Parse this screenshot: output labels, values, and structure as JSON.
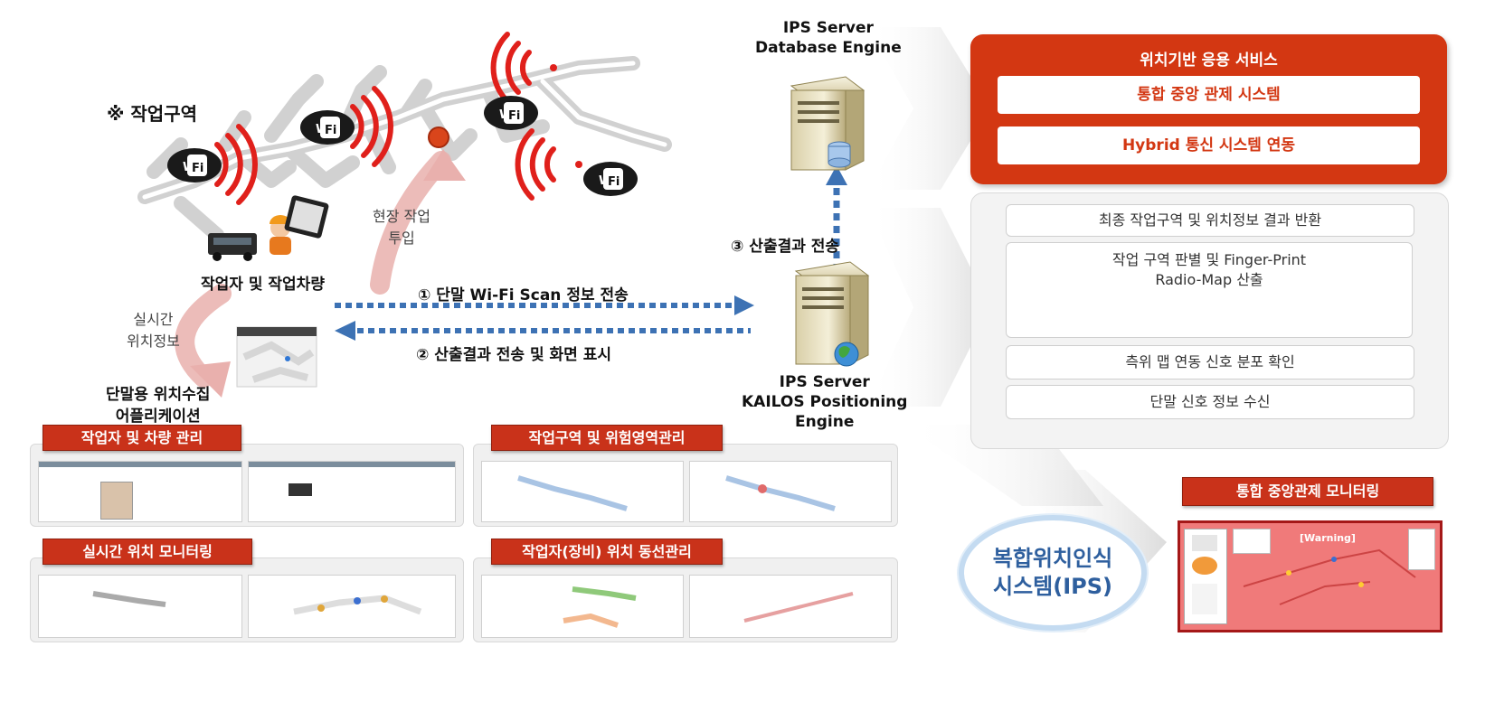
{
  "work_area": {
    "title": "※ 작업구역"
  },
  "labels": {
    "onsite": "현장 작업\n투입",
    "worker": "작업자 및 작업차량",
    "realtime": "실시간\n위치정보",
    "app": "단말용 위치수집\n어플리케이션",
    "db_engine": "IPS Server\nDatabase Engine",
    "pos_engine": "IPS Server\nKAILOS Positioning\nEngine"
  },
  "arrows": {
    "step1": "① 단말 Wi-Fi Scan 정보 전송",
    "step2": "② 산출결과 전송 및 화면 표시",
    "step3": "③ 산출결과 전송"
  },
  "service_panel": {
    "title": "위치기반 응용 서비스",
    "items": [
      "통합 중앙 관제 시스템",
      "Hybrid 통신 시스템 연동"
    ]
  },
  "process_panel": {
    "steps": [
      "최종 작업구역 및 위치정보 결과 반환",
      "작업 구역 판별 및 Finger-Print\nRadio-Map 산출",
      "측위 맵 연동 신호 분포 확인",
      "단말 신호 정보 수신"
    ]
  },
  "screens": {
    "tags": [
      "작업자 및 차량 관리",
      "작업구역 및 위험영역관리",
      "실시간 위치 모니터링",
      "작업자(장비) 위치 동선관리"
    ]
  },
  "ips": {
    "label": "복합위치인식\n시스템(IPS)"
  },
  "monitoring": {
    "tag": "통합 중앙관제 모니터링",
    "warning": "[Warning]"
  },
  "colors": {
    "accent": "#d33712",
    "arrow_blue": "#3d72b4",
    "arrow_pink": "#e9b0ad",
    "wifi_red": "#e0201b"
  }
}
